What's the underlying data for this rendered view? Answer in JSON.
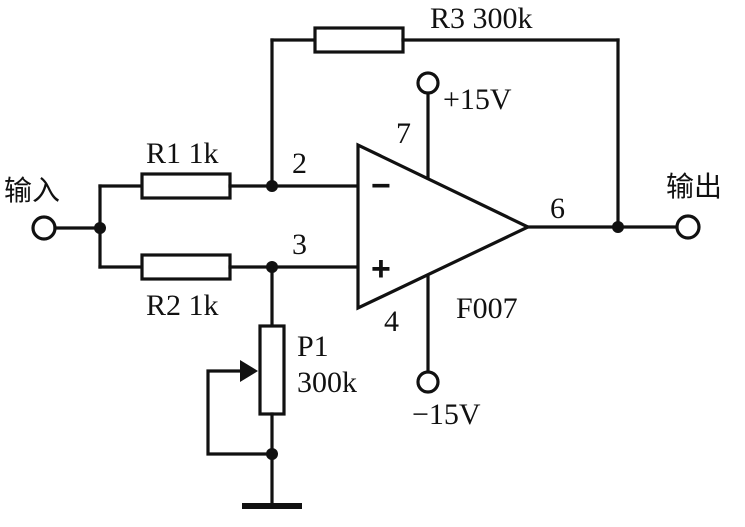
{
  "labels": {
    "input": "输入",
    "output": "输出",
    "r1": "R1 1k",
    "r2": "R2  1k",
    "r3": "R3  300k",
    "p1_name": "P1",
    "p1_value": "300k",
    "vplus": "+15V",
    "vminus": "−15V",
    "opamp": "F007",
    "pin2": "2",
    "pin3": "3",
    "pin4": "4",
    "pin6": "6",
    "pin7": "7",
    "minus_sign": "−",
    "plus_sign": "+"
  }
}
